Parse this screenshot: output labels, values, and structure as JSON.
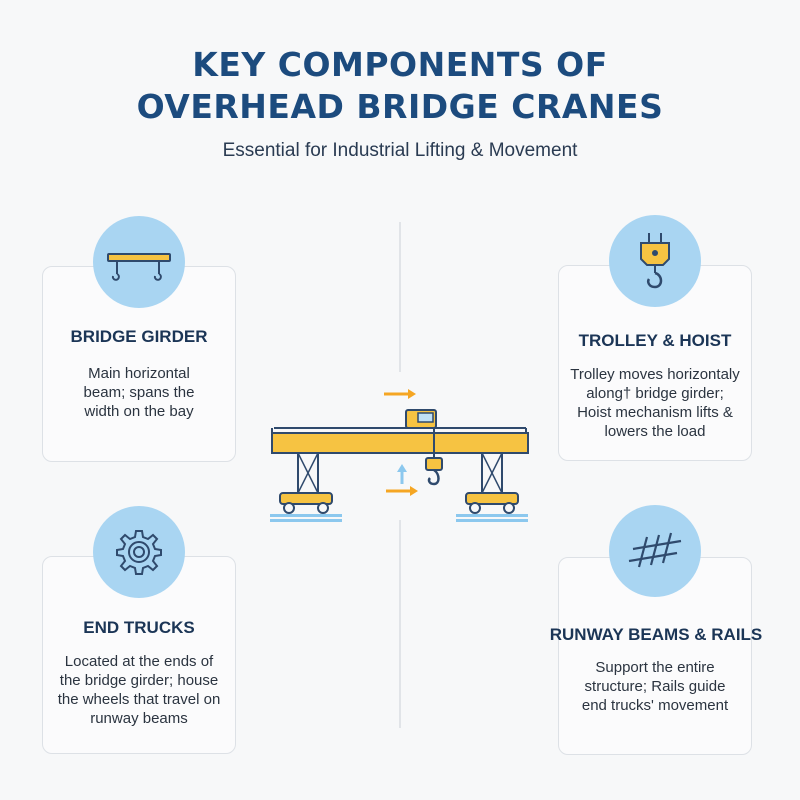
{
  "header": {
    "title_line1": "KEY COMPONENTS OF",
    "title_line2": "OVERHEAD BRIDGE CRANES",
    "subtitle": "Essential for Industrial Lifting & Movement"
  },
  "cards": [
    {
      "title": "BRIDGE GIRDER",
      "icon": "bridge-girder-icon",
      "desc_lines": [
        "Main horizontal",
        "beam; spans the",
        "width on the bay"
      ]
    },
    {
      "title": "TROLLEY & HOIST",
      "icon": "hoist-hook-icon",
      "desc_lines": [
        "Trolley moves horizontaly",
        "along† bridge girder;",
        " Hoist mechanism lifts &",
        "lowers the load"
      ]
    },
    {
      "title": "END TRUCKS",
      "icon": "gear-icon",
      "desc_lines": [
        "Located at the ends of",
        "the bridge girder; house",
        "the wheels that travel on",
        "runway beams"
      ]
    },
    {
      "title": "RUNWAY BEAMS & RAILS",
      "icon": "rails-icon",
      "desc_lines": [
        "Support the entire",
        "structure; Rails guide",
        "end trucks' movement"
      ]
    }
  ],
  "colors": {
    "title": "#1c4b7e",
    "icon_circle": "#a9d5f2",
    "crane_yellow": "#f6c342",
    "crane_outline": "#2f4a6d",
    "arrow_orange": "#f5a623",
    "arrow_blue": "#8cc8ee"
  }
}
